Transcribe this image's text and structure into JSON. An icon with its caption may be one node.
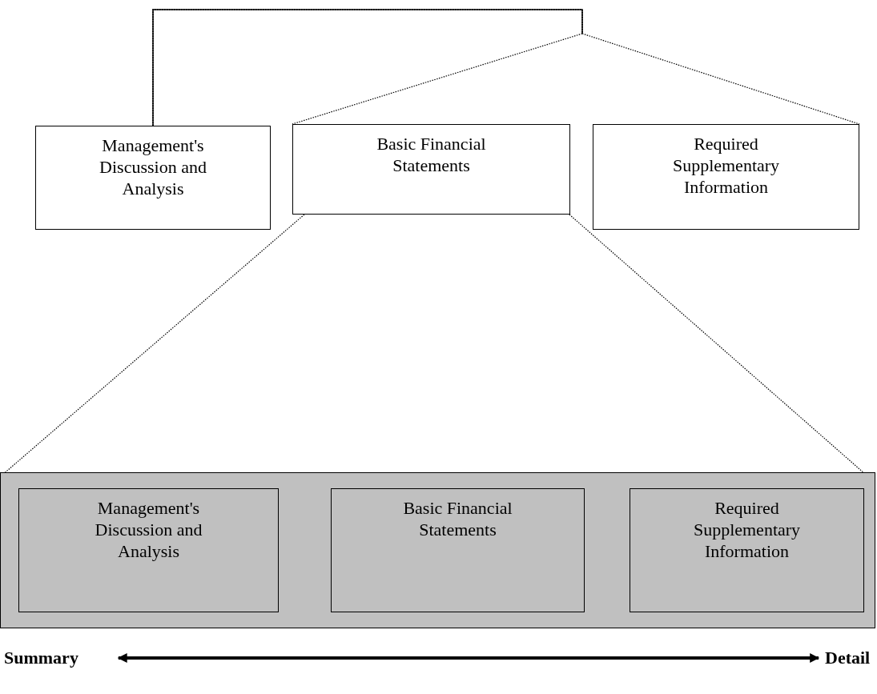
{
  "diagram": {
    "nodes": [
      {
        "text": [
          "Management's Discussion and Analysis"
        ]
      },
      {
        "text": [
          "Basic Financial Statements"
        ]
      },
      {
        "text": [
          "Required Supplementary Information"
        ]
      },
      {
        "text": [],
        "shape": "box"
      },
      {
        "text": [
          "Management's Discussion and Analysis"
        ],
        "in": 3
      },
      {
        "text": [
          "Basic Financial Statements"
        ],
        "in": 3
      },
      {
        "text": [
          "Required Supplementary Information"
        ],
        "in": 3
      },
      {
        "text": [
          "Summary"
        ]
      },
      {
        "text": [
          "Detail"
        ]
      }
    ],
    "edges": [
      {
        "from": 0,
        "to": 1,
        "arrow": "none",
        "style": "dashed"
      },
      {
        "from": 0,
        "to": 2,
        "arrow": "none",
        "style": "dashed"
      },
      {
        "from": 1,
        "to": 3,
        "arrow": "none",
        "style": "dashed"
      },
      {
        "from": 1,
        "to": 3,
        "arrow": "none",
        "style": "dashed"
      },
      {
        "from": 7,
        "to": 8,
        "arrow": "both",
        "style": "thick"
      }
    ]
  }
}
